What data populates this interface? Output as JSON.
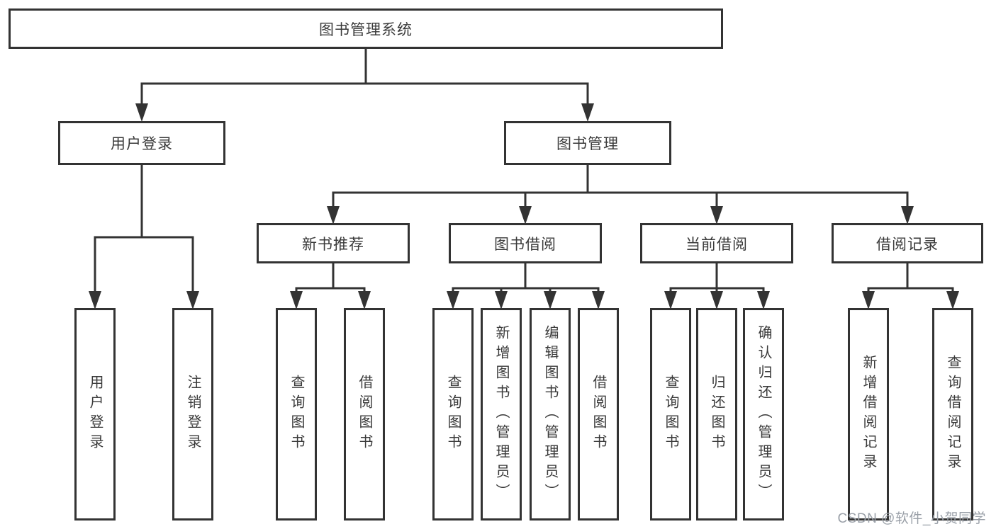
{
  "diagram": {
    "root": {
      "label": "图书管理系统"
    },
    "branches": [
      {
        "label": "用户登录",
        "children": [
          {
            "label": "用户登录"
          },
          {
            "label": "注销登录"
          }
        ]
      },
      {
        "label": "图书管理",
        "children": [
          {
            "label": "新书推荐",
            "children": [
              {
                "label": "查询图书"
              },
              {
                "label": "借阅图书"
              }
            ]
          },
          {
            "label": "图书借阅",
            "children": [
              {
                "label": "查询图书"
              },
              {
                "label": "新增图书（管理员）"
              },
              {
                "label": "编辑图书（管理员）"
              },
              {
                "label": "借阅图书"
              }
            ]
          },
          {
            "label": "当前借阅",
            "children": [
              {
                "label": "查询图书"
              },
              {
                "label": "归还图书"
              },
              {
                "label": "确认归还（管理员）"
              }
            ]
          },
          {
            "label": "借阅记录",
            "children": [
              {
                "label": "新增借阅记录"
              },
              {
                "label": "查询借阅记录"
              }
            ]
          }
        ]
      }
    ]
  },
  "watermark": {
    "text": "CSDN @软件_小贺同学"
  },
  "colors": {
    "line": "#333333",
    "box_border": "#333333",
    "text": "#3a3a3a",
    "watermark": "#9aa0a8",
    "background": "#ffffff"
  }
}
